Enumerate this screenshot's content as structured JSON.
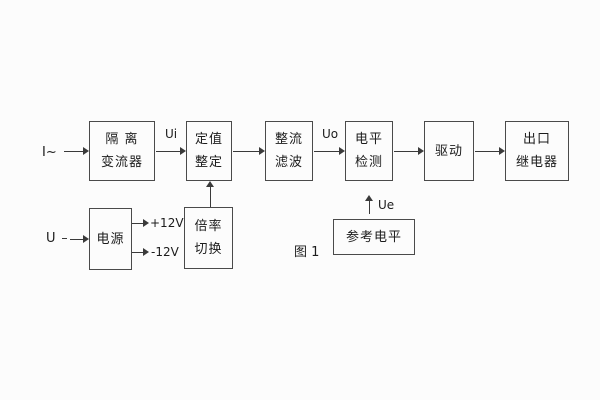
{
  "figure": {
    "caption": "图 1"
  },
  "colors": {
    "background": "#fcfcfc",
    "line": "#3a3a3a",
    "text": "#1c1c1c"
  },
  "blocks": {
    "isolation": {
      "line1": "隔 离",
      "line2": "变流器"
    },
    "setpoint": {
      "line1": "定值",
      "line2": "整定"
    },
    "rectifier": {
      "line1": "整流",
      "line2": "滤波"
    },
    "level": {
      "line1": "电平",
      "line2": "检测"
    },
    "drive": {
      "line1": "驱动"
    },
    "relay": {
      "line1": "出口",
      "line2": "继电器"
    },
    "power": {
      "line1": "电源"
    },
    "ratio": {
      "line1": "倍率",
      "line2": "切换"
    },
    "reference": {
      "line1": "参考电平"
    }
  },
  "labels": {
    "input_current": "I~",
    "input_voltage": "U",
    "ui": "Ui",
    "uo": "Uo",
    "ue": "Ue",
    "plus12v": "+12V",
    "minus12v": "-12V"
  }
}
